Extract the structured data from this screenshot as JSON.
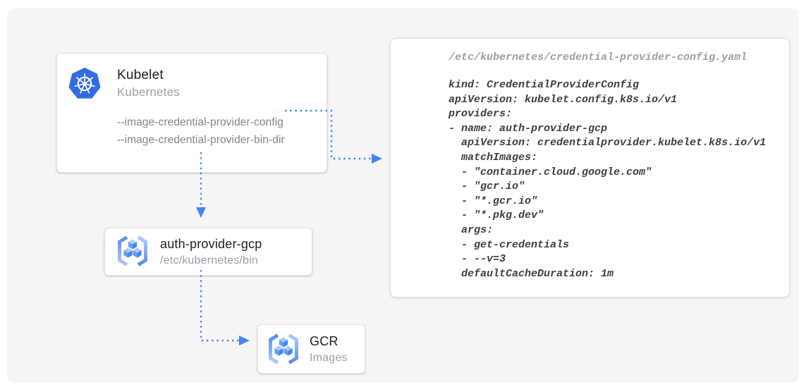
{
  "colors": {
    "arrow_blue": "#4285F4",
    "k8s_blue": "#326CE5",
    "cube_top": "#AECBFA",
    "cube_left": "#669DF6",
    "cube_right": "#4285F4",
    "bracket_dark": "#5C8EE6",
    "bracket_light": "#AECBFA",
    "title_color": "#212121",
    "subtitle_color": "#9AA0A6",
    "flag_color": "#80868B",
    "code_color": "#3C4043",
    "filename_color": "#9AA0A6"
  },
  "nodes": {
    "kubelet": {
      "title": "Kubelet",
      "subtitle": "Kubernetes",
      "flags": [
        "--image-credential-provider-config",
        "--image-credential-provider-bin-dir"
      ]
    },
    "auth_provider": {
      "title": "auth-provider-gcp",
      "subtitle": "/etc/kubernetes/bin"
    },
    "gcr": {
      "title": "GCR",
      "subtitle": "Images"
    }
  },
  "code_panel": {
    "filename": "/etc/kubernetes/credential-provider-config.yaml",
    "code": "kind: CredentialProviderConfig\napiVersion: kubelet.config.k8s.io/v1\nproviders:\n- name: auth-provider-gcp\n  apiVersion: credentialprovider.kubelet.k8s.io/v1\n  matchImages:\n  - \"container.cloud.google.com\"\n  - \"gcr.io\"\n  - \"*.gcr.io\"\n  - \"*.pkg.dev\"\n  args:\n  - get-credentials\n  - --v=3\n  defaultCacheDuration: 1m"
  }
}
